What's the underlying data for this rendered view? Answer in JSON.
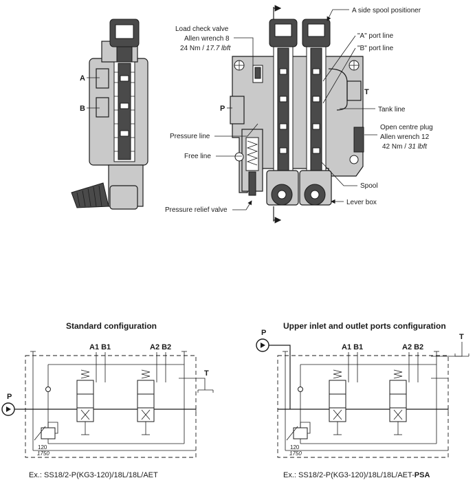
{
  "cross_section": {
    "labels": {
      "port_a": "A",
      "port_b": "B",
      "port_p": "P",
      "port_t": "T",
      "load_check_valve": "Load check valve",
      "load_check_wrench": "Allen wrench 8",
      "load_check_torque": "24 Nm / ",
      "load_check_torque_imperial": "17.7 lbft",
      "side_spool_positioner": "A side spool positioner",
      "a_port_line": "\"A\" port line",
      "b_port_line": "\"B\" port line",
      "tank_line": "Tank line",
      "open_centre_plug": "Open centre plug",
      "open_centre_wrench": "Allen wrench 12",
      "open_centre_torque": "42 Nm / ",
      "open_centre_torque_imperial": "31 lbft",
      "pressure_line": "Pressure line",
      "free_line": "Free line",
      "spool": "Spool",
      "lever_box": "Lever box",
      "pressure_relief_valve": "Pressure relief valve"
    }
  },
  "schematics": [
    {
      "title": "Standard configuration",
      "port_p": "P",
      "port_t": "T",
      "section1_ports": "A1 B1",
      "section2_ports": "A2 B2",
      "relief_pressure": "120",
      "relief_psi": "1750",
      "example_prefix": "Ex.: SS18/2-P(KG3-120)/18L/18L/AET",
      "example_suffix": ""
    },
    {
      "title": "Upper inlet and outlet ports configuration",
      "port_p": "P",
      "port_t": "T",
      "section1_ports": "A1 B1",
      "section2_ports": "A2 B2",
      "relief_pressure": "120",
      "relief_psi": "1750",
      "example_prefix": "Ex.: SS18/2-P(KG3-120)/18L/18L/AET-",
      "example_suffix": "PSA"
    }
  ]
}
